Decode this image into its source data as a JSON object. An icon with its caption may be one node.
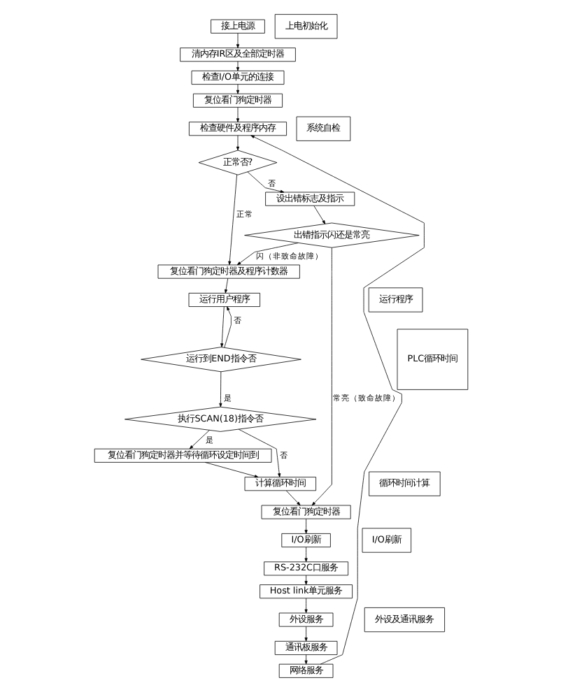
{
  "diagram": {
    "nodes": [
      {
        "text": [
          "接上电源"
        ]
      },
      {
        "text": [
          "清内存IR区及全部定时器"
        ]
      },
      {
        "text": [
          "检查I/O单元的连接"
        ]
      },
      {
        "text": [
          "复位看门狗定时器"
        ]
      },
      {
        "text": [
          "检查硬件及程序内存"
        ]
      },
      {
        "text": [
          "正常否?"
        ]
      },
      {
        "text": [
          "设出错标志及指示"
        ]
      },
      {
        "text": [
          "出错指示闪还是常亮"
        ]
      },
      {
        "text": [
          "复位看门狗定时器及程序计数器"
        ]
      },
      {
        "text": [
          "运行用户程序"
        ]
      },
      {
        "text": [
          "运行到END指令否"
        ]
      },
      {
        "text": [
          "执行SCAN(18)指令否"
        ]
      },
      {
        "text": [
          "复位看门狗定时器并等待循环设定时间到"
        ]
      },
      {
        "text": [
          "计算循环时间"
        ]
      },
      {
        "text": [
          "复位看门狗定时器"
        ]
      },
      {
        "text": [
          "I/O刷新"
        ]
      },
      {
        "text": [
          "RS-232C口服务"
        ]
      },
      {
        "text": [
          "Host link单元服务"
        ]
      },
      {
        "text": [
          "外设服务"
        ]
      },
      {
        "text": [
          "通讯板服务"
        ]
      },
      {
        "text": [
          "网络服务"
        ]
      },
      {
        "text": [
          "上电初始化"
        ]
      },
      {
        "text": [
          "系统自检"
        ]
      },
      {
        "text": [
          "运行程序"
        ]
      },
      {
        "text": [
          "循环时间计算"
        ]
      },
      {
        "text": [
          "I/O刷新"
        ]
      },
      {
        "text": [
          "外设及通讯服务"
        ]
      },
      {
        "text": [
          "PLC循环时间"
        ]
      }
    ],
    "edges": [
      {
        "from": 0,
        "to": 1,
        "arrow": "to"
      },
      {
        "from": 1,
        "to": 2,
        "arrow": "to"
      },
      {
        "from": 2,
        "to": 3,
        "arrow": "to"
      },
      {
        "from": 3,
        "to": 4,
        "arrow": "to"
      },
      {
        "from": 4,
        "to": 5,
        "arrow": "to"
      },
      {
        "from": 5,
        "to": 6,
        "arrow": "to",
        "label": "否"
      },
      {
        "from": 5,
        "to": 8,
        "arrow": "to",
        "label": "正常"
      },
      {
        "from": 6,
        "to": 7,
        "arrow": "to"
      },
      {
        "from": 7,
        "to": 14,
        "arrow": "to",
        "label": "常亮（致命故障）"
      },
      {
        "from": 7,
        "to": 8,
        "arrow": "to",
        "label": "闪（非致命故障）"
      },
      {
        "from": 8,
        "to": 9,
        "arrow": "to"
      },
      {
        "from": 9,
        "to": 10,
        "arrow": "to"
      },
      {
        "from": 10,
        "to": 9,
        "arrow": "to",
        "label": "否"
      },
      {
        "from": 10,
        "to": 11,
        "arrow": "to",
        "label": "是"
      },
      {
        "from": 11,
        "to": 12,
        "arrow": "to",
        "label": "是"
      },
      {
        "from": 11,
        "to": 13,
        "arrow": "to",
        "label": "否"
      },
      {
        "from": 12,
        "to": 13,
        "arrow": "to"
      },
      {
        "from": 13,
        "to": 14,
        "arrow": "to"
      },
      {
        "from": 14,
        "to": 15,
        "arrow": "to"
      },
      {
        "from": 15,
        "to": 16,
        "arrow": "to"
      },
      {
        "from": 16,
        "to": 17,
        "arrow": "to"
      },
      {
        "from": 17,
        "to": 18,
        "arrow": "to"
      },
      {
        "from": 18,
        "to": 19,
        "arrow": "to"
      },
      {
        "from": 19,
        "to": 20,
        "arrow": "to"
      },
      {
        "from": 20,
        "to": 4,
        "arrow": "to"
      }
    ]
  }
}
